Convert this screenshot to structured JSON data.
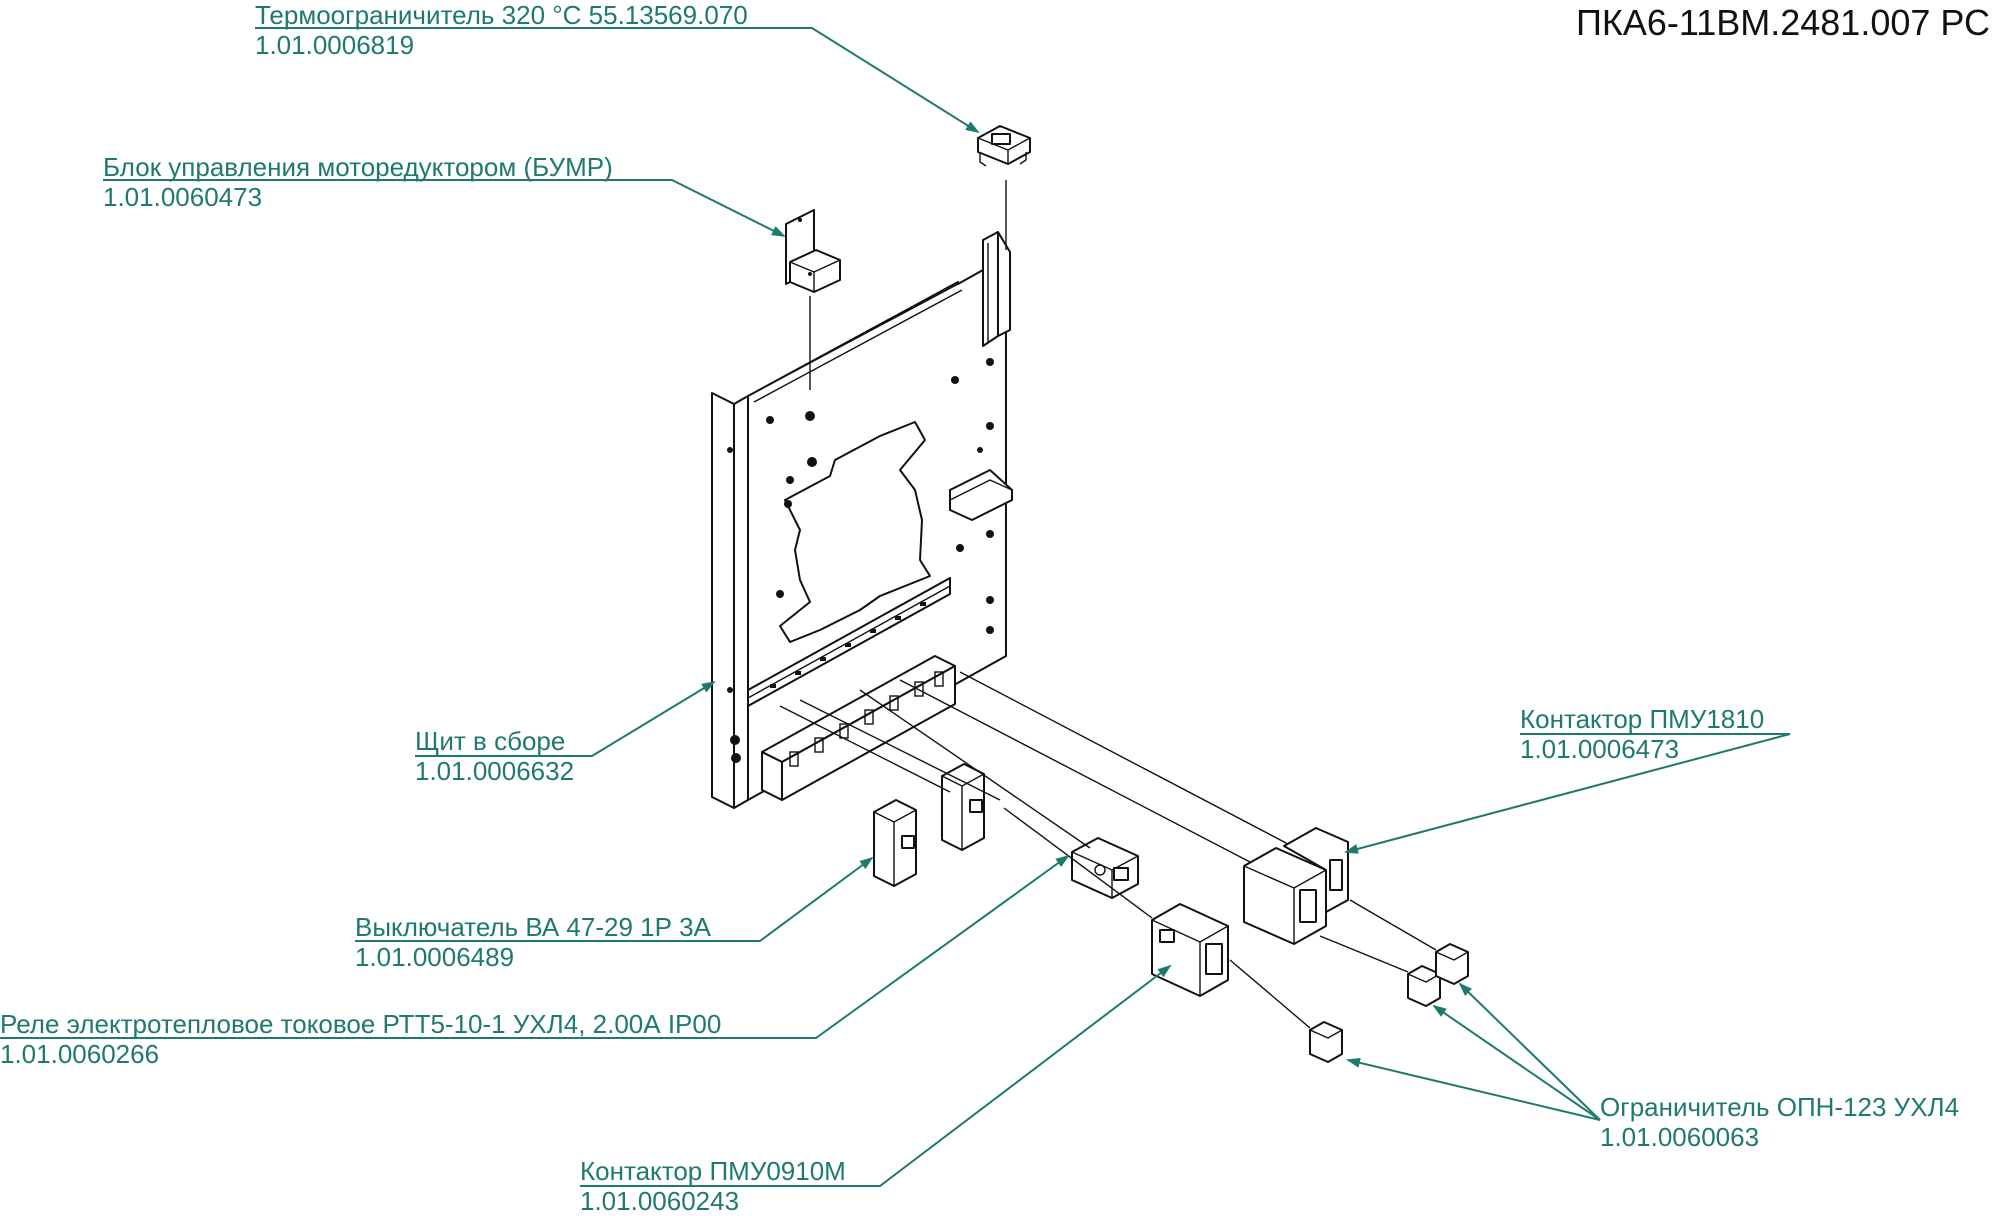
{
  "document_code": "ПКА6-11ВМ.2481.007 РС",
  "callouts": {
    "thermo": {
      "name": "Термоограничитель 320 °С  55.13569.070",
      "code": "1.01.0006819"
    },
    "bumr": {
      "name": "Блок управления моторедуктором (БУМР)",
      "code": "1.01.0060473"
    },
    "panel": {
      "name": "Щит в сборе",
      "code": "1.01.0006632"
    },
    "pmu1810": {
      "name": "Контактор ПМУ1810",
      "code": "1.01.0006473"
    },
    "breaker": {
      "name": "Выключатель ВА 47-29 1Р 3А",
      "code": "1.01.0006489"
    },
    "relay": {
      "name": "Реле электротепловое токовое РТТ5-10-1 УХЛ4, 2.00А IP00",
      "code": "1.01.0060266"
    },
    "opn": {
      "name": "Ограничитель ОПН-123 УХЛ4",
      "code": "1.01.0060063"
    },
    "pmu0910": {
      "name": "Контактор ПМУ0910М",
      "code": "1.01.0060243"
    }
  },
  "colors": {
    "callout": "#1f7a6d",
    "line": "#111111"
  }
}
